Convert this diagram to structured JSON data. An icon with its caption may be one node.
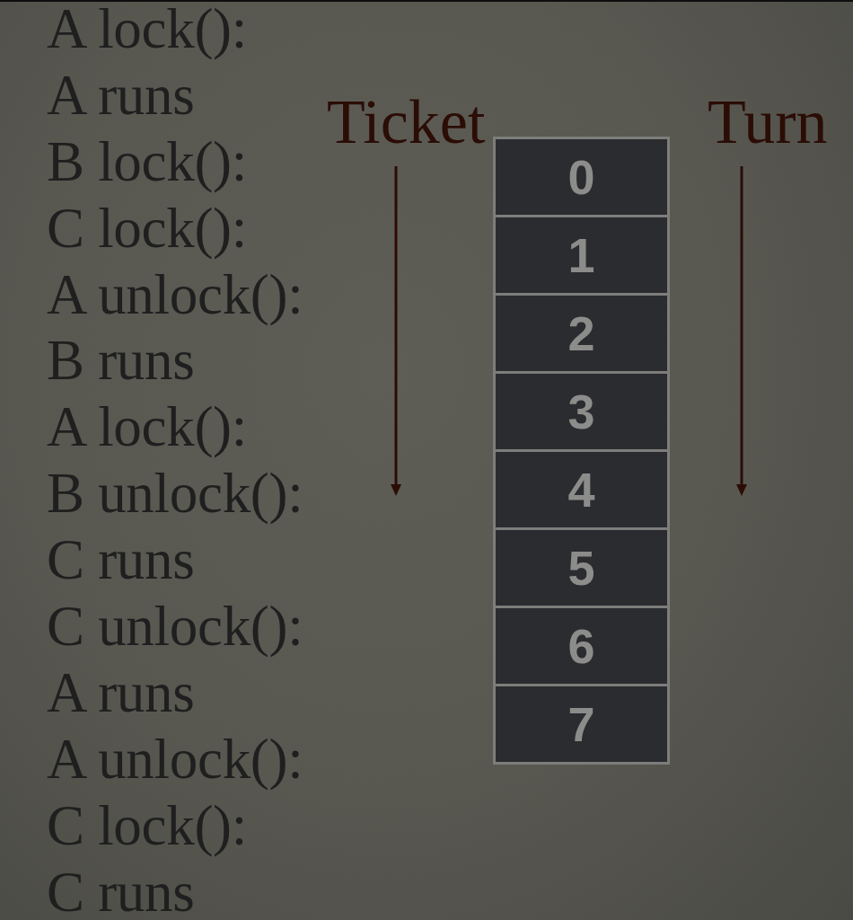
{
  "diagram": {
    "nodes": [
      {
        "text": [
          "0"
        ]
      },
      {
        "text": [
          "1"
        ]
      },
      {
        "text": [
          "2"
        ]
      },
      {
        "text": [
          "3"
        ]
      },
      {
        "text": [
          "4"
        ]
      },
      {
        "text": [
          "5"
        ]
      },
      {
        "text": [
          "6"
        ]
      },
      {
        "text": [
          "7"
        ]
      }
    ],
    "labels": [
      "A lock():",
      "A runs",
      "B lock():",
      "C lock():",
      "A unlock():",
      "B runs",
      "A lock():",
      "B unlock():",
      "C runs",
      "C unlock():",
      "A runs",
      "A unlock():",
      "C lock():",
      "C runs",
      "Ticket",
      "Turn"
    ]
  }
}
